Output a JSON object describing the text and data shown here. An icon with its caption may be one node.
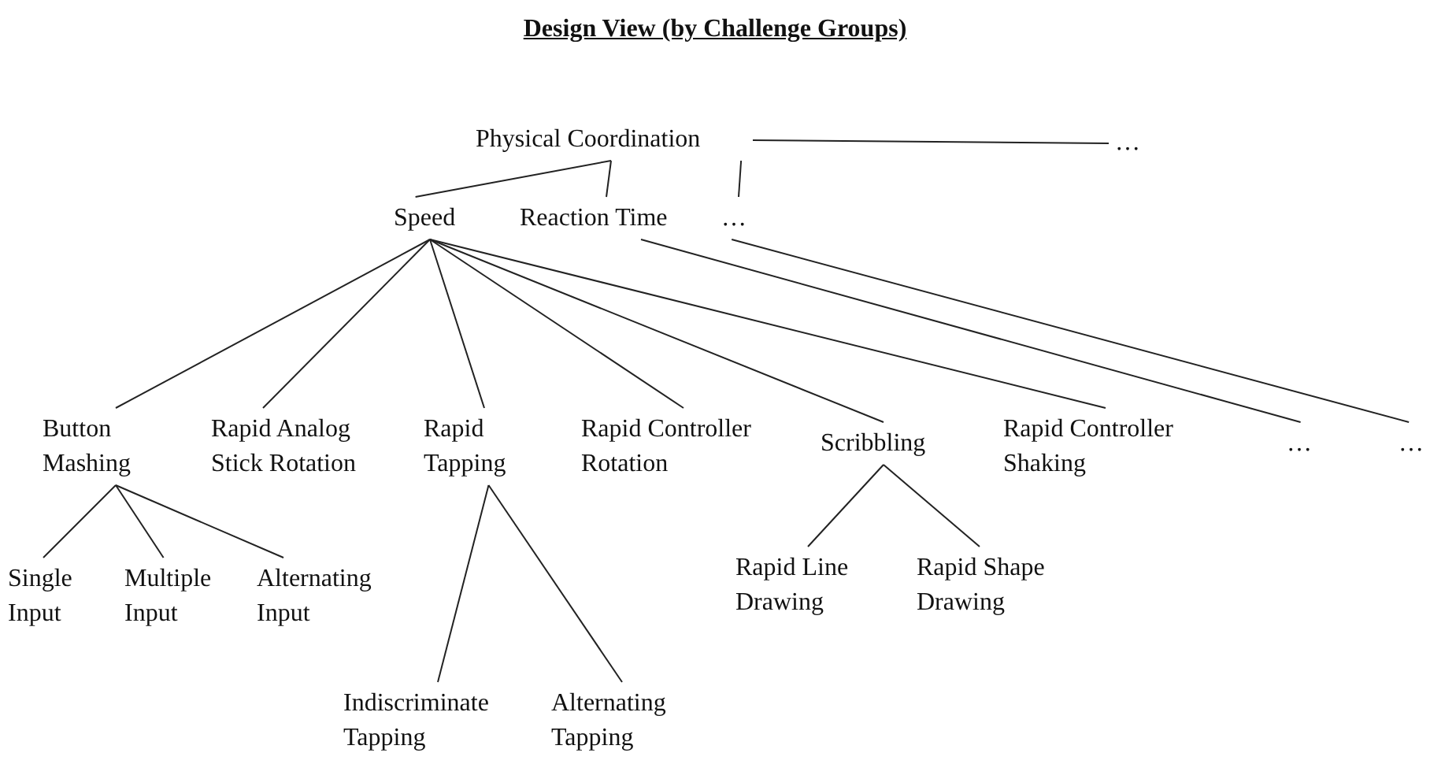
{
  "diagram": {
    "title": "Design View (by Challenge Groups)",
    "nodes": [
      {
        "text": [
          "Physical Coordination"
        ]
      },
      {
        "text": [
          "…"
        ]
      },
      {
        "text": [
          "Speed"
        ]
      },
      {
        "text": [
          "Reaction Time"
        ]
      },
      {
        "text": [
          "…"
        ]
      },
      {
        "text": [
          "Button Mashing"
        ]
      },
      {
        "text": [
          "Rapid Analog Stick Rotation"
        ]
      },
      {
        "text": [
          "Rapid Tapping"
        ]
      },
      {
        "text": [
          "Rapid Controller Rotation"
        ]
      },
      {
        "text": [
          "Scribbling"
        ]
      },
      {
        "text": [
          "Rapid Controller Shaking"
        ]
      },
      {
        "text": [
          "…"
        ]
      },
      {
        "text": [
          "…"
        ]
      },
      {
        "text": [
          "Single Input"
        ]
      },
      {
        "text": [
          "Multiple Input"
        ]
      },
      {
        "text": [
          "Alternating Input"
        ]
      },
      {
        "text": [
          "Rapid Line Drawing"
        ]
      },
      {
        "text": [
          "Rapid Shape Drawing"
        ]
      },
      {
        "text": [
          "Indiscriminate Tapping"
        ]
      },
      {
        "text": [
          "Alternating Tapping"
        ]
      }
    ],
    "edges": [
      {
        "from": 0,
        "to": 1,
        "arrow": "none"
      },
      {
        "from": 0,
        "to": 2,
        "arrow": "none"
      },
      {
        "from": 0,
        "to": 3,
        "arrow": "none"
      },
      {
        "from": 0,
        "to": 4,
        "arrow": "none"
      },
      {
        "from": 2,
        "to": 5,
        "arrow": "none"
      },
      {
        "from": 2,
        "to": 6,
        "arrow": "none"
      },
      {
        "from": 2,
        "to": 7,
        "arrow": "none"
      },
      {
        "from": 2,
        "to": 8,
        "arrow": "none"
      },
      {
        "from": 2,
        "to": 9,
        "arrow": "none"
      },
      {
        "from": 2,
        "to": 10,
        "arrow": "none"
      },
      {
        "from": 3,
        "to": 11,
        "arrow": "none"
      },
      {
        "from": 4,
        "to": 12,
        "arrow": "none"
      },
      {
        "from": 5,
        "to": 13,
        "arrow": "none"
      },
      {
        "from": 5,
        "to": 14,
        "arrow": "none"
      },
      {
        "from": 5,
        "to": 15,
        "arrow": "none"
      },
      {
        "from": 7,
        "to": 18,
        "arrow": "none"
      },
      {
        "from": 7,
        "to": 19,
        "arrow": "none"
      },
      {
        "from": 9,
        "to": 16,
        "arrow": "none"
      },
      {
        "from": 9,
        "to": 17,
        "arrow": "none"
      }
    ]
  }
}
